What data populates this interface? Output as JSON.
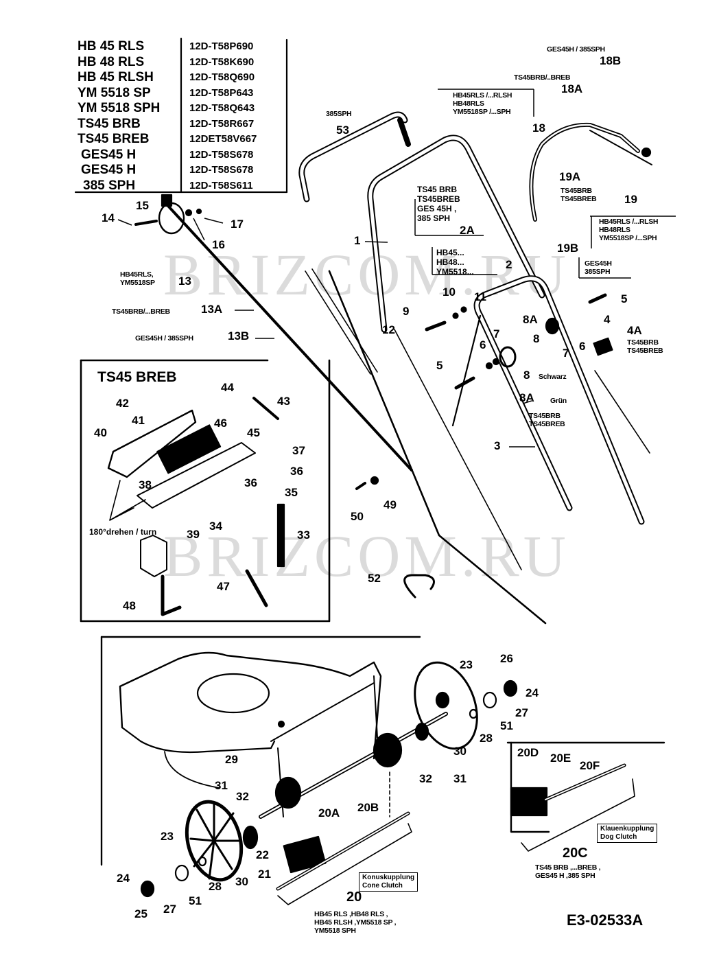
{
  "model_table": {
    "rows": [
      {
        "model": "HB 45 RLS",
        "code": "12D-T58P690"
      },
      {
        "model": "HB 48 RLS",
        "code": "12D-T58K690"
      },
      {
        "model": "HB 45 RLSH",
        "code": "12D-T58Q690"
      },
      {
        "model": "YM 5518 SP",
        "code": "12D-T58P643"
      },
      {
        "model": "YM 5518 SPH",
        "code": "12D-T58Q643"
      },
      {
        "model": "TS45 BRB",
        "code": "12D-T58R667"
      },
      {
        "model": "TS45 BREB",
        "code": "12DET58V667"
      },
      {
        "model": "GES45 H",
        "code": "12D-T58S678"
      },
      {
        "model": "GES45 H",
        "code": "12D-T58S678"
      },
      {
        "model": "385 SPH",
        "code": "12D-T58S611"
      }
    ]
  },
  "notes": {
    "n18b_models": "GES45H / 385SPH",
    "n18a_models": "TS45BRB/..BREB",
    "n18_models": [
      "HB45RLS /...RLSH",
      "HB48RLS",
      "YM5518SP /...SPH"
    ],
    "n19a_models": [
      "TS45BRB",
      "TS45BREB"
    ],
    "n19_models": [
      "HB45RLS /...RLSH",
      "HB48RLS",
      "YM5518SP /...SPH"
    ],
    "n19b_models": [
      "GES45H",
      "385SPH"
    ],
    "n53_models": "385SPH",
    "n2a_models": [
      "TS45 BRB",
      "TS45BREB",
      "GES 45H ,",
      "385 SPH"
    ],
    "n2_models": [
      "HB45...",
      "HB48...",
      "YM5518..."
    ],
    "n13_models": [
      "HB45RLS,",
      "YM5518SP"
    ],
    "n13a_models": "TS45BRB/...BREB",
    "n13b_models": "GES45H / 385SPH",
    "n4a_models": [
      "TS45BRB",
      "TS45BREB"
    ],
    "n8_color": "Schwarz",
    "n8a_color": "Grün",
    "n8a_models": [
      "TS45BRB",
      "TS45BREB"
    ],
    "inset_title": "TS45 BREB",
    "rotate_note": "180°drehen / turn",
    "dog_clutch": [
      "Klauenkupplung",
      "Dog Clutch"
    ],
    "cone_clutch": [
      "Konuskupplung",
      "Cone Clutch"
    ],
    "n20c_models": [
      "TS45 BRB ,...BREB ,",
      "GES45 H ,385 SPH"
    ],
    "n20_models": [
      "HB45 RLS ,HB48 RLS ,",
      "HB45 RLSH ,YM5518 SP ,",
      "YM5518 SPH"
    ],
    "diagram_id": "E3-02533A"
  },
  "watermark": "BRIZCOM.RU",
  "parts": {
    "p1": "1",
    "p2": "2",
    "p2a": "2A",
    "p3": "3",
    "p4": "4",
    "p4a": "4A",
    "p5a": "5",
    "p5b": "5",
    "p6a": "6",
    "p6b": "6",
    "p7a": "7",
    "p7b": "7",
    "p8a": "8",
    "p8b": "8",
    "p8aa": "8A",
    "p8ab": "8A",
    "p9": "9",
    "p10": "10",
    "p11": "11",
    "p12": "12",
    "p13": "13",
    "p13a": "13A",
    "p13b": "13B",
    "p14": "14",
    "p15": "15",
    "p16": "16",
    "p17": "17",
    "p18": "18",
    "p18a": "18A",
    "p18b": "18B",
    "p19": "19",
    "p19a": "19A",
    "p19b": "19B",
    "p20": "20",
    "p20a": "20A",
    "p20b": "20B",
    "p20c": "20C",
    "p20d": "20D",
    "p20e": "20E",
    "p20f": "20F",
    "p21": "21",
    "p22": "22",
    "p23a": "23",
    "p23b": "23",
    "p24a": "24",
    "p24b": "24",
    "p25": "25",
    "p26": "26",
    "p27a": "27",
    "p27b": "27",
    "p28a": "28",
    "p28b": "28",
    "p29": "29",
    "p30a": "30",
    "p30b": "30",
    "p31a": "31",
    "p31b": "31",
    "p32a": "32",
    "p32b": "32",
    "p33": "33",
    "p34": "34",
    "p35": "35",
    "p36a": "36",
    "p36b": "36",
    "p37": "37",
    "p38": "38",
    "p39": "39",
    "p40": "40",
    "p41": "41",
    "p42": "42",
    "p43": "43",
    "p44": "44",
    "p45": "45",
    "p46": "46",
    "p47": "47",
    "p48": "48",
    "p49": "49",
    "p50": "50",
    "p51a": "51",
    "p51b": "51",
    "p52": "52",
    "p53": "53"
  }
}
